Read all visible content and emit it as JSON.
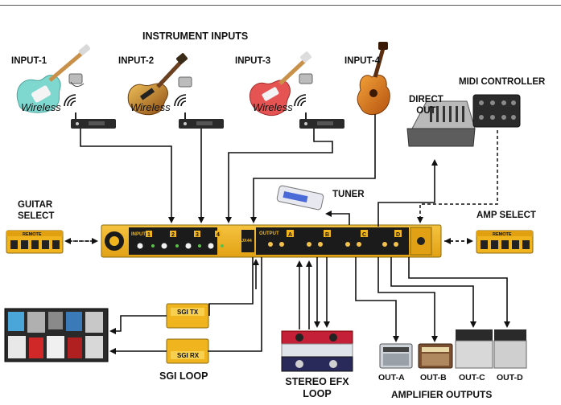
{
  "title": "INSTRUMENT INPUTS",
  "inputs": [
    {
      "label": "INPUT-1",
      "link": "Wireless"
    },
    {
      "label": "INPUT-2",
      "link": "Wireless"
    },
    {
      "label": "INPUT-3",
      "link": "Wireless"
    },
    {
      "label": "INPUT-4"
    }
  ],
  "direct_out": "DIRECT\nOUT",
  "midi_controller": "MIDI CONTROLLER",
  "tuner": "TUNER",
  "guitar_select": "GUITAR\nSELECT",
  "amp_select": "AMP SELECT",
  "sgi_loop": "SGI LOOP",
  "stereo_efx_loop": "STEREO EFX\nLOOP",
  "amplifier_outputs": "AMPLIFIER OUTPUTS",
  "outputs": [
    "OUT-A",
    "OUT-B",
    "OUT-C",
    "OUT-D"
  ],
  "device": {
    "input_section": "INPUT",
    "output_section": "OUTPUT",
    "input_numbers": [
      "1",
      "2",
      "3",
      "4"
    ],
    "output_letters": [
      "A",
      "B",
      "C",
      "D"
    ],
    "badge": "JX44"
  },
  "sgi_tx": "SGI TX",
  "sgi_rx": "SGI RX",
  "remote_label": "REMOTE",
  "colors": {
    "rack_yellow": "#f0b41e",
    "rack_black": "#1a1a1a",
    "cable": "#111111"
  }
}
